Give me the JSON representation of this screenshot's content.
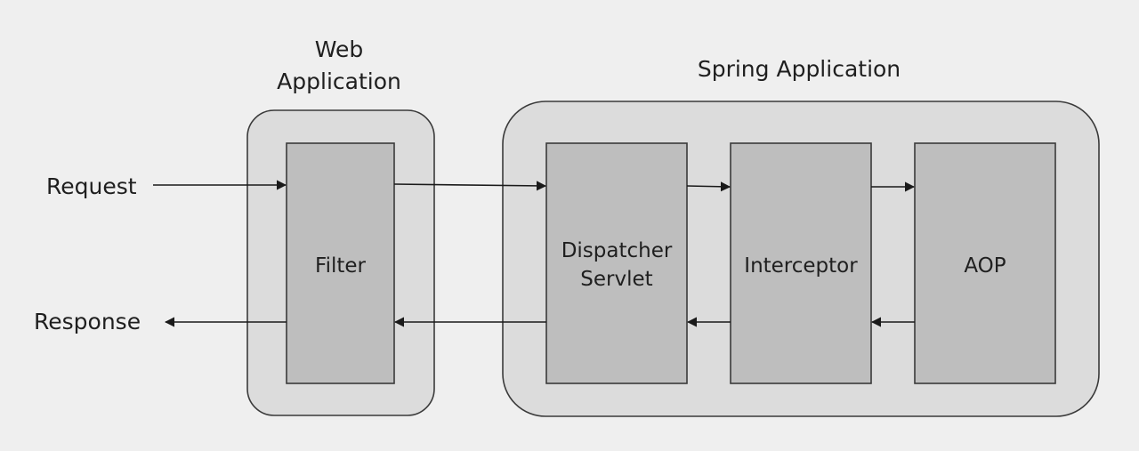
{
  "labels": {
    "web_title_line1": "Web",
    "web_title_line2": "Application",
    "spring_title": "Spring Application",
    "request": "Request",
    "response": "Response"
  },
  "components": {
    "filter": "Filter",
    "dispatcher_line1": "Dispatcher",
    "dispatcher_line2": "Servlet",
    "interceptor": "Interceptor",
    "aop": "AOP"
  },
  "flows": {
    "request_path": [
      "Request",
      "Filter",
      "Dispatcher Servlet",
      "Interceptor",
      "AOP"
    ],
    "response_path": [
      "AOP",
      "Interceptor",
      "Dispatcher Servlet",
      "Filter",
      "Response"
    ]
  },
  "colors": {
    "background": "#efefef",
    "container_fill": "#dcdcdc",
    "component_fill": "#bebebe",
    "stroke": "#3a3a3a"
  }
}
